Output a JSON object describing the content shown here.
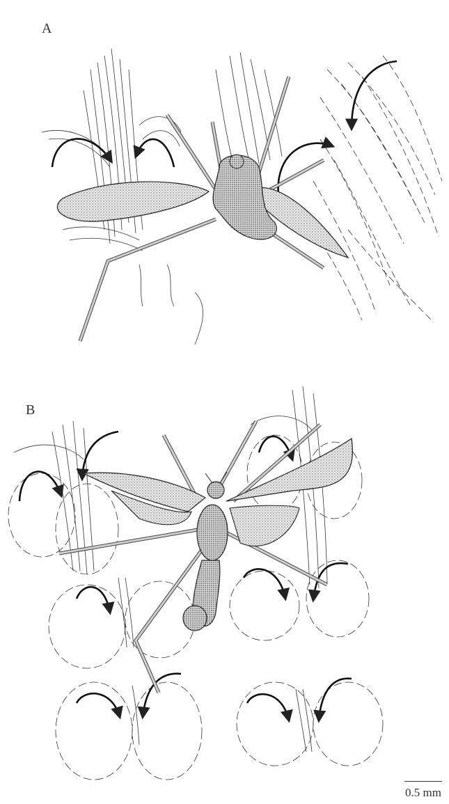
{
  "panels": [
    {
      "label": "A"
    },
    {
      "label": "B"
    }
  ],
  "scale_bar": {
    "text": "0.5 mm"
  },
  "colors": {
    "ink": "#2a2a2a",
    "stipple": "#bdbdbd",
    "paper": "#ffffff"
  }
}
